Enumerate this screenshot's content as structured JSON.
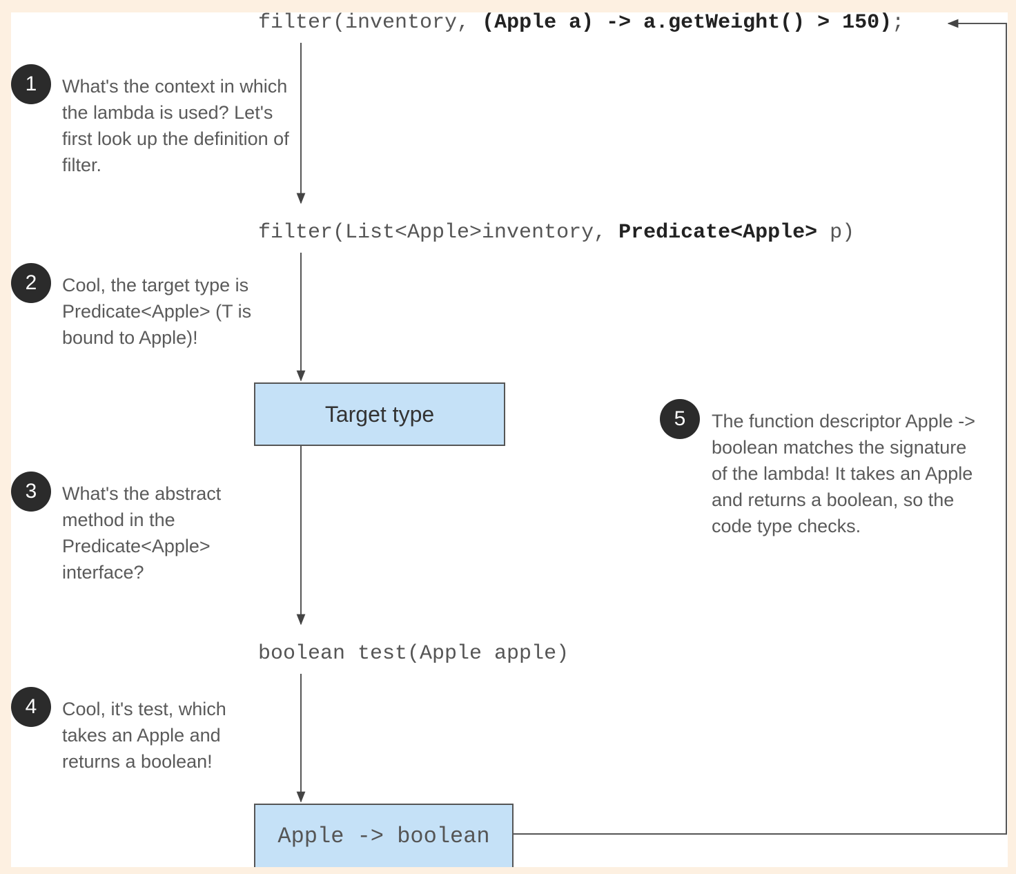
{
  "code": {
    "line1": {
      "prefix": "filter(inventory, ",
      "lambda": "(Apple a) -> a.getWeight() > 150)",
      "suffix": ";"
    },
    "line2": {
      "prefix": "filter(List<Apple>inventory, ",
      "param_type": "Predicate<Apple>",
      "suffix": " p)"
    },
    "line3": "boolean test(Apple apple)"
  },
  "boxes": {
    "target_type": "Target type",
    "descriptor": "Apple -> boolean"
  },
  "steps": [
    {
      "number": "1",
      "text": "What's the context in which the lambda is used? Let's first look up the definition of filter."
    },
    {
      "number": "2",
      "text": "Cool, the target type is Predicate<Apple> (T is bound to Apple)!"
    },
    {
      "number": "3",
      "text": "What's the abstract method in the Predicate<Apple> interface?"
    },
    {
      "number": "4",
      "text": "Cool, it's test, which takes an Apple and returns a boolean!"
    },
    {
      "number": "5",
      "text": "The function descriptor Apple -> boolean matches the signature of the lambda! It takes an Apple and returns a boolean, so the code type checks."
    }
  ],
  "colors": {
    "page_border": "#fdf0e1",
    "box_fill": "#c5e1f7",
    "badge_fill": "#2b2b2b",
    "line": "#555555"
  }
}
